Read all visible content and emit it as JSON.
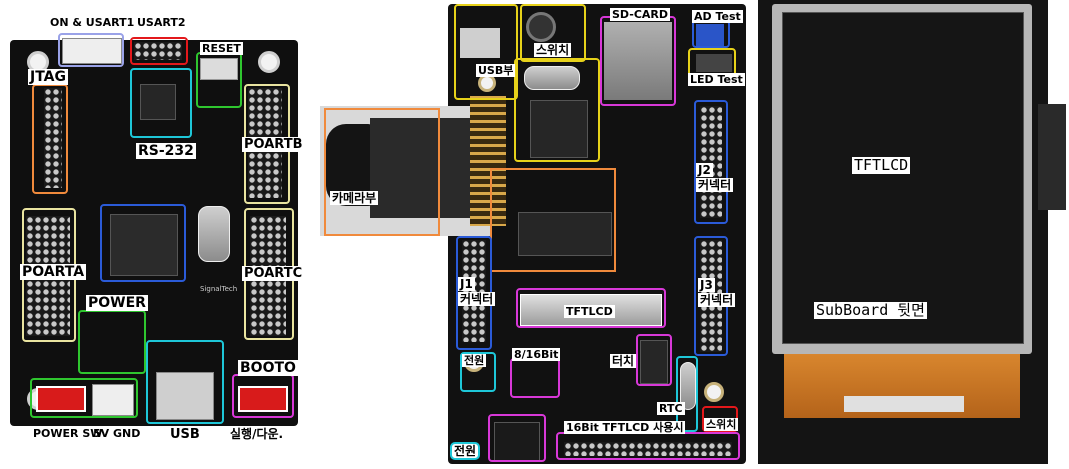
{
  "colors": {
    "pcb": "#0e0e0e",
    "red": "#e3181b",
    "blue": "#2b5bd8",
    "cyan": "#1ec7d8",
    "green": "#2fc62f",
    "yellow": "#e7d21a",
    "magenta": "#d838d8",
    "orange": "#f08a3c",
    "lavender": "#9aa2e8",
    "pale_yellow": "#e9e4a0"
  },
  "board1": {
    "labels": {
      "on_usart1": "ON & USART1",
      "usart2": "USART2",
      "reset": "RESET",
      "jtag": "JTAG",
      "rs232": "RS-232",
      "poartb": "POARTB",
      "poarta": "POARTA",
      "poartc": "POARTC",
      "power": "POWER",
      "booto": "BOOTO",
      "power_sw": "POWER SW",
      "five_v_gnd": "5V GND",
      "usb": "USB",
      "run_download": "실행/다운."
    },
    "silk_brand": "SignalTech"
  },
  "board2": {
    "labels": {
      "usb_part": "USB부",
      "switch_top": "스위치",
      "sd_card": "SD-CARD",
      "ad_test": "AD Test",
      "led_test": "LED Test",
      "camera_part": "카메라부",
      "j2_line1": "J2",
      "j2_line2": "커넥터",
      "j1_line1": "J1",
      "j1_line2": "커넥터",
      "j3_line1": "J3",
      "j3_line2": "커넥터",
      "tftlcd": "TFTLCD",
      "power_top": "전원",
      "bit_8_16": "8/16Bit",
      "touch": "터치",
      "rtc": "RTC",
      "switch_bottom": "스위치",
      "power_bottom": "전원",
      "tft16_use": "16Bit TFTLCD 사용시"
    }
  },
  "board3": {
    "labels": {
      "tftlcd": "TFTLCD",
      "subboard_back": "SubBoard 뒷면"
    }
  }
}
